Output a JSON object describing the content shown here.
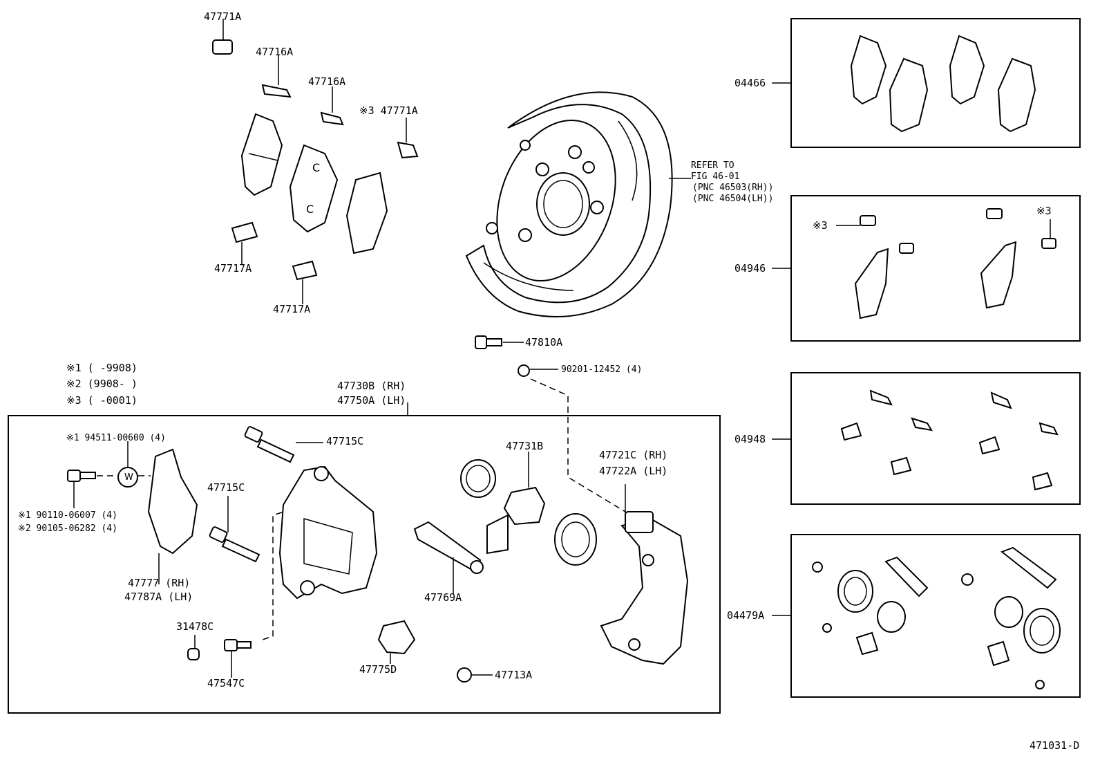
{
  "labels": {
    "p47771A_top": "47771A",
    "p47716A_1": "47716A",
    "p47716A_2": "47716A",
    "p47771A_mark": "※3 47771A",
    "p47717A_1": "47717A",
    "p47717A_2": "47717A",
    "refer_1": "REFER TO",
    "refer_2": "FIG 46-01",
    "refer_3": "(PNC 46503(RH))",
    "refer_4": "(PNC 46504(LH))",
    "p47810A": "47810A",
    "p90201": "90201-12452 (4)",
    "note1": "※1 (      -9908)",
    "note2": "※2 (9908-      )",
    "note3": "※3 (      -0001)",
    "p47730B": "47730B (RH)",
    "p47750A": "47750A (LH)",
    "p94511": "※1 94511-00600 (4)",
    "p47715C_1": "47715C",
    "p47731B": "47731B",
    "p47721C": "47721C (RH)",
    "p47722A": "47722A (LH)",
    "p47715C_2": "47715C",
    "p90110": "※1 90110-06007 (4)",
    "p90105": "※2 90105-06282 (4)",
    "p47777": "47777 (RH)",
    "p47787A": "47787A (LH)",
    "p47769A": "47769A",
    "p31478C": "31478C",
    "p47775D": "47775D",
    "p47713A": "47713A",
    "p47547C": "47547C",
    "k04466": "04466",
    "k04946": "04946",
    "k04948": "04948",
    "k04479A": "04479A",
    "mark3_a": "※3",
    "mark3_b": "※3",
    "w_symbol": "W",
    "figure_id": "471031-D"
  }
}
